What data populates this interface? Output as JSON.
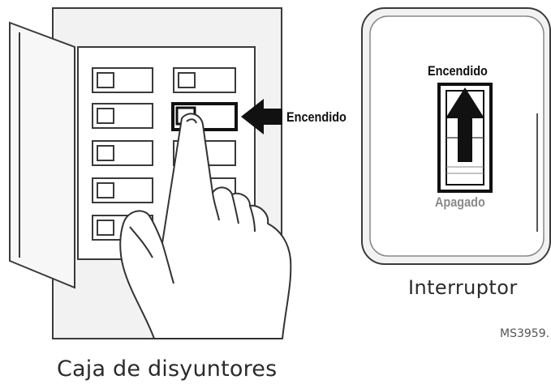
{
  "breaker_box": {
    "caption": "Caja de disyuntores",
    "callout_label": "Encendido"
  },
  "switch": {
    "caption": "Interruptor",
    "on_label": "Encendido",
    "off_label": "Apagado"
  },
  "figure_code": "MS3959.",
  "colors": {
    "line": "#3a3a3a",
    "panel_fill": "#f2f2f2",
    "off_label": "#8a8a8a",
    "arrow": "#111111"
  }
}
